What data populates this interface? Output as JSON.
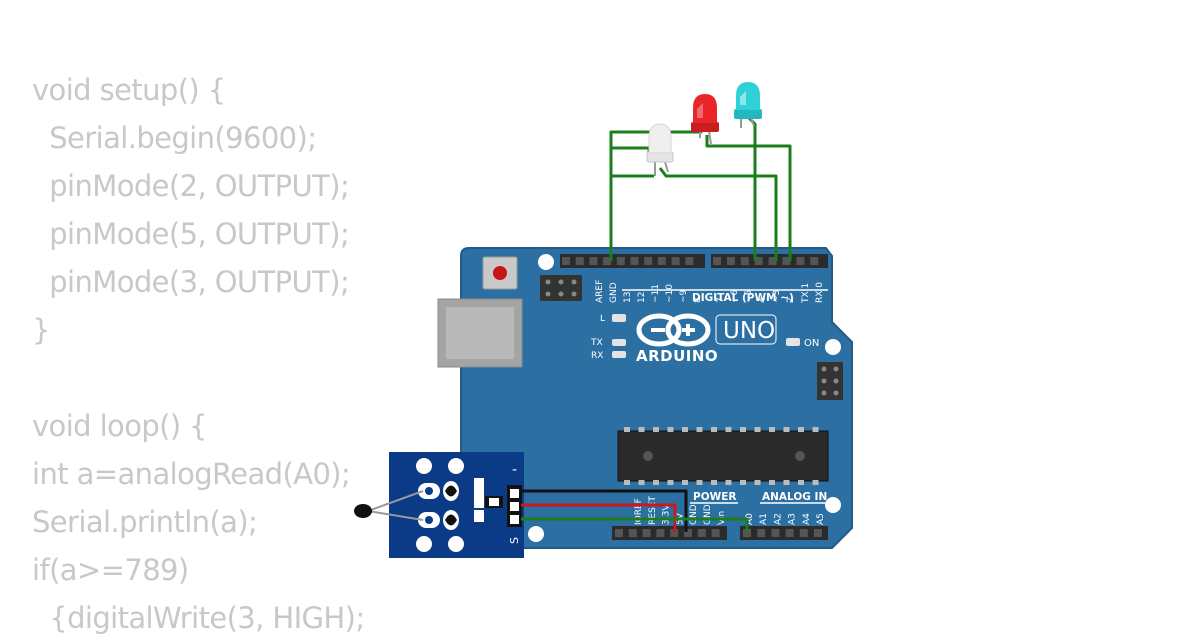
{
  "code": {
    "lines": [
      "void setup() {",
      "  Serial.begin(9600);",
      "  pinMode(2, OUTPUT);",
      "  pinMode(5, OUTPUT);",
      "  pinMode(3, OUTPUT);",
      "}",
      "",
      "void loop() {",
      "int a=analogRead(A0);",
      "Serial.println(a);",
      "if(a>=789)",
      "  {digitalWrite(3, HIGH);"
    ]
  },
  "board": {
    "brand": "ARDUINO",
    "model": "UNO",
    "digital_header": "DIGITAL (PWM ~)",
    "power_header": "POWER",
    "analog_header": "ANALOG IN",
    "on_label": "ON",
    "led_l": "L",
    "led_tx": "TX",
    "led_rx": "RX",
    "top_pins": [
      "AREF",
      "GND",
      "13",
      "12",
      "~11",
      "~10",
      "~9",
      "8",
      "7",
      "~6",
      "~5",
      "4",
      "~3",
      "2",
      "TX 1",
      "RX 0"
    ],
    "power_pins": [
      "IOREF",
      "RESET",
      "3.3V",
      "5V",
      "GND",
      "GND",
      "Vin"
    ],
    "analog_pins": [
      "A0",
      "A1",
      "A2",
      "A3",
      "A4",
      "A5"
    ]
  },
  "sensor": {
    "minus_label": "-",
    "s_label": "S"
  },
  "colors": {
    "board": "#2c6fa3",
    "wire_green": "#1b7d1b",
    "wire_red": "#d0161c",
    "wire_black": "#111111",
    "led_red": "#e8262a",
    "led_cyan": "#2fd0d6",
    "led_white": "#e8e8e8"
  }
}
